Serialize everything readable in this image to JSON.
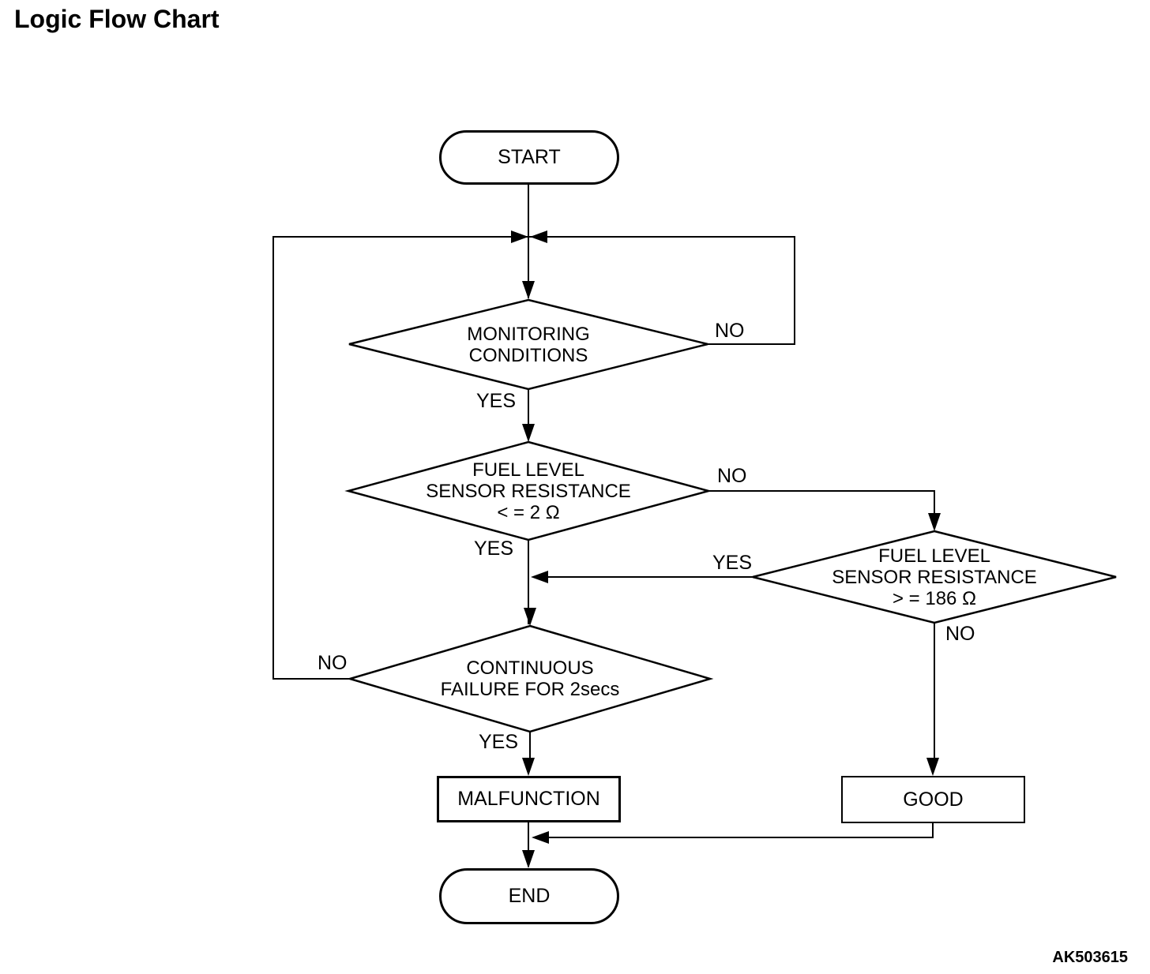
{
  "title": "Logic Flow Chart",
  "figure_code": "AK503615",
  "flowchart": {
    "nodes": {
      "start": {
        "label": "START",
        "shape": "terminator"
      },
      "monitoring_conditions": {
        "label": "MONITORING\nCONDITIONS",
        "shape": "decision"
      },
      "fuel_level_low": {
        "label": "FUEL LEVEL\nSENSOR RESISTANCE\n< = 2 Ω",
        "shape": "decision"
      },
      "fuel_level_high": {
        "label": "FUEL LEVEL\nSENSOR RESISTANCE\n> = 186 Ω",
        "shape": "decision"
      },
      "continuous_failure": {
        "label": "CONTINUOUS\nFAILURE FOR 2secs",
        "shape": "decision"
      },
      "malfunction": {
        "label": "MALFUNCTION",
        "shape": "process"
      },
      "good": {
        "label": "GOOD",
        "shape": "process"
      },
      "end": {
        "label": "END",
        "shape": "terminator"
      }
    },
    "edge_labels": {
      "monitoring_no": "NO",
      "monitoring_yes": "YES",
      "fuel_low_no": "NO",
      "fuel_low_yes": "YES",
      "fuel_high_yes": "YES",
      "fuel_high_no": "NO",
      "continuous_no": "NO",
      "continuous_yes": "YES"
    },
    "edges": [
      {
        "from": "start",
        "to": "monitoring_conditions",
        "label": ""
      },
      {
        "from": "monitoring_conditions",
        "to": "loop_back_to_start_junction",
        "label": "NO"
      },
      {
        "from": "monitoring_conditions",
        "to": "fuel_level_low",
        "label": "YES"
      },
      {
        "from": "fuel_level_low",
        "to": "fuel_level_high",
        "label": "NO"
      },
      {
        "from": "fuel_level_low",
        "to": "continuous_failure",
        "label": "YES"
      },
      {
        "from": "fuel_level_high",
        "to": "continuous_failure",
        "label": "YES"
      },
      {
        "from": "fuel_level_high",
        "to": "good",
        "label": "NO"
      },
      {
        "from": "continuous_failure",
        "to": "loop_back_to_start_junction",
        "label": "NO"
      },
      {
        "from": "continuous_failure",
        "to": "malfunction",
        "label": "YES"
      },
      {
        "from": "malfunction",
        "to": "end",
        "label": ""
      },
      {
        "from": "good",
        "to": "end",
        "label": ""
      }
    ],
    "colors": {
      "stroke": "#000000",
      "fill": "#ffffff",
      "text": "#000000"
    }
  }
}
